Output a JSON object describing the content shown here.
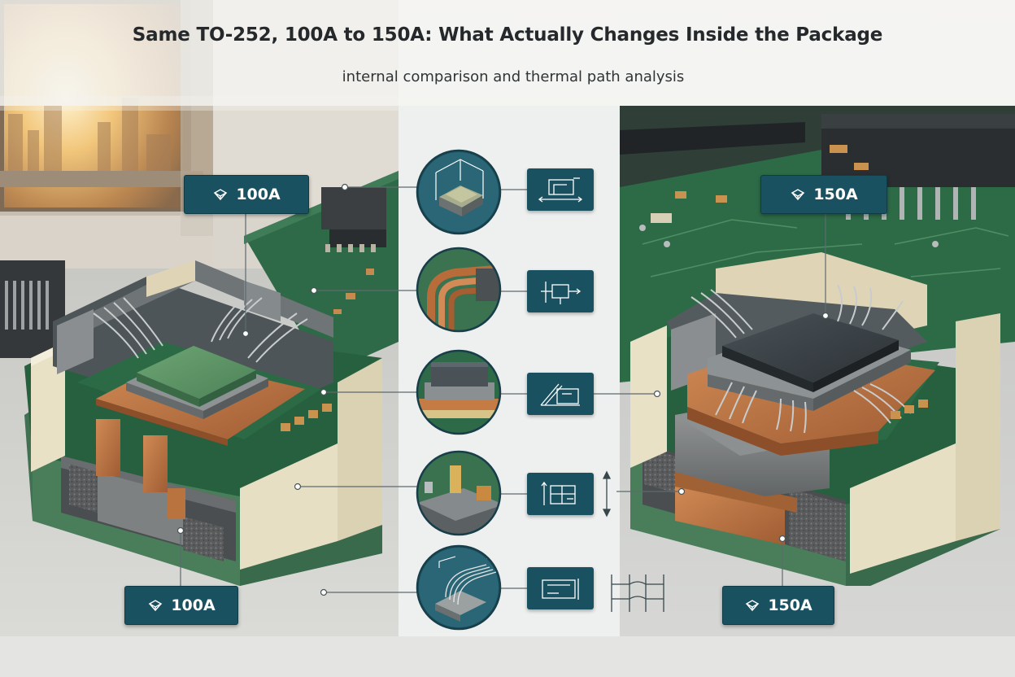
{
  "header": {
    "title": "Same TO-252, 100A to 150A: What Actually Changes Inside the Package",
    "subtitle": "internal comparison and thermal path analysis"
  },
  "labels": {
    "left_top": "100A",
    "left_bottom": "100A",
    "right_top": "150A",
    "right_bottom": "150A"
  },
  "icons": {
    "badge": "package-outline-icon",
    "details": [
      "die-dimension-icon",
      "copper-clip-icon",
      "die-stack-icon",
      "solder-joint-icon",
      "bond-wire-icon"
    ],
    "schematics": [
      "dimension-schematic-icon",
      "clip-schematic-icon",
      "slope-schematic-icon",
      "stack-schematic-icon",
      "wire-schematic-icon"
    ]
  },
  "colors": {
    "badge": "#1a5161",
    "pcb": "#2f6b47",
    "copper": "#b8703f",
    "ceramic": "#e6dcc0",
    "die_left": "#5d9563",
    "die_right": "#3a4146"
  }
}
